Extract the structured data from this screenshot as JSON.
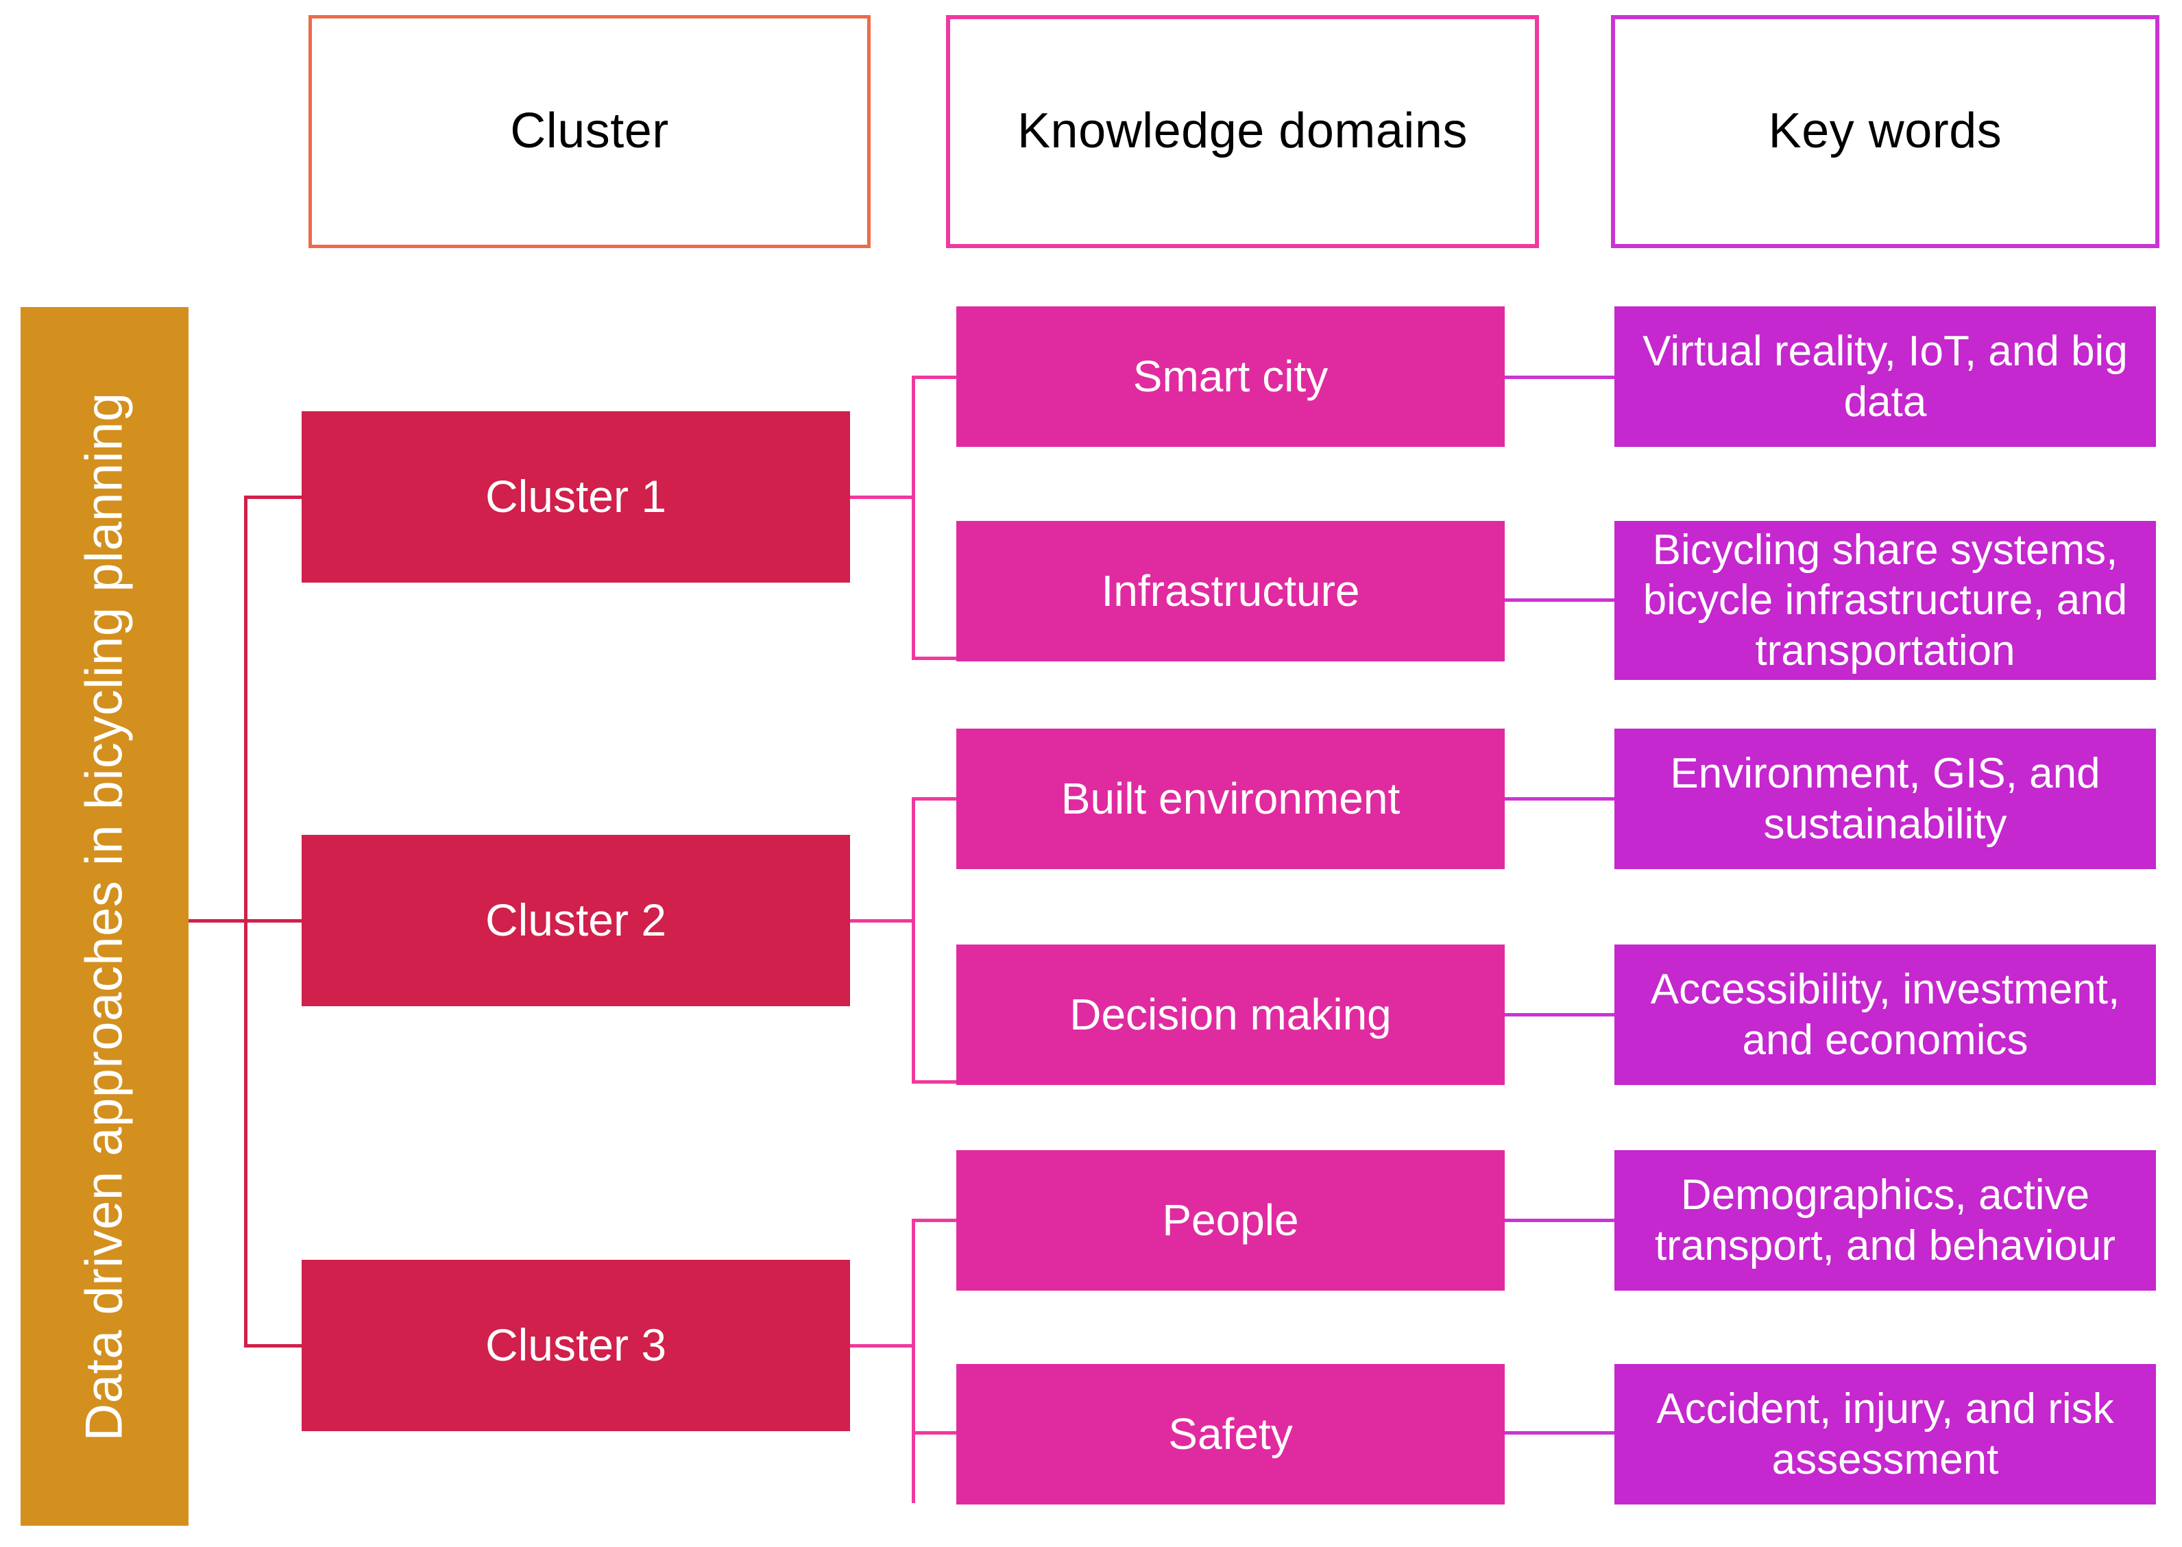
{
  "title": "Data driven approaches in bicycling planning",
  "headers": [
    {
      "label": "Cluster",
      "color": "#EC6B4B"
    },
    {
      "label": "Knowledge domains",
      "color": "#F0399E"
    },
    {
      "label": "Key words",
      "color": "#CB34D4"
    }
  ],
  "colors": {
    "root_bar": "#D3901F",
    "cluster_box": "#D0204B",
    "domain_box": "#E02BA0",
    "keyword_box": "#C428CE",
    "cluster_connector": "#D0204B",
    "domain_connector": "#F0399E",
    "keyword_connector": "#CB34D4",
    "text_on_fill": "#FFFFFF",
    "header_text": "#000000",
    "background": "#FFFFFF"
  },
  "clusters": [
    {
      "label": "Cluster 1"
    },
    {
      "label": "Cluster 2"
    },
    {
      "label": "Cluster 3"
    }
  ],
  "domains": [
    {
      "label": "Smart city",
      "cluster": "Cluster 1"
    },
    {
      "label": "Infrastructure",
      "cluster": "Cluster 1"
    },
    {
      "label": "Built environment",
      "cluster": "Cluster 2"
    },
    {
      "label": "Decision making",
      "cluster": "Cluster 2"
    },
    {
      "label": "People",
      "cluster": "Cluster 3"
    },
    {
      "label": "Safety",
      "cluster": "Cluster 3"
    }
  ],
  "keywords": [
    {
      "text": "Virtual reality, IoT, and big data",
      "domain": "Smart city"
    },
    {
      "text": "Bicycling share systems, bicycle infrastructure, and transportation",
      "domain": "Infrastructure"
    },
    {
      "text": "Environment, GIS, and sustainability",
      "domain": "Built environment"
    },
    {
      "text": "Accessibility, investment, and economics",
      "domain": "Decision making"
    },
    {
      "text": "Demographics, active transport, and behaviour",
      "domain": "People"
    },
    {
      "text": "Accident, injury, and risk assessment",
      "domain": "Safety"
    }
  ]
}
